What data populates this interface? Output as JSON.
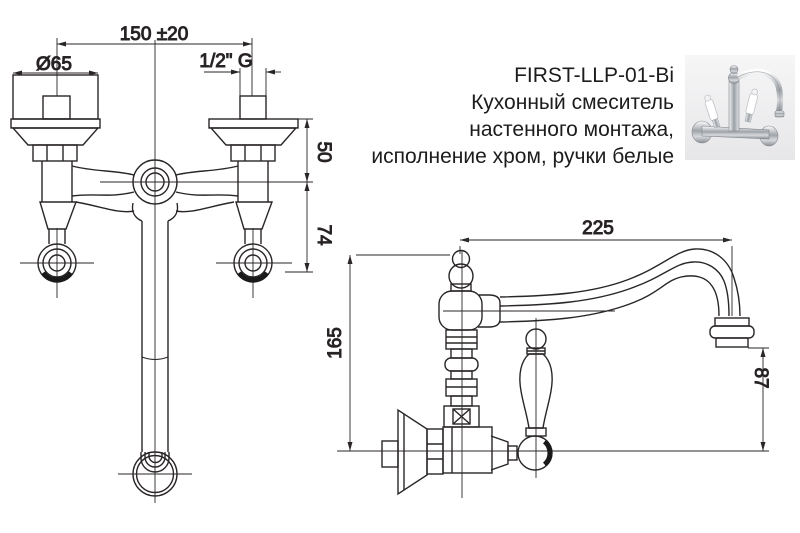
{
  "product": {
    "code": "FIRST-LLP-01-Bi",
    "description_lines": [
      "Кухонный смеситель",
      "настенного монтажа,",
      "исполнение хром, ручки белые"
    ]
  },
  "front_view": {
    "dim_mounting_width": "150 ±20",
    "dim_flange_diameter": "Ø65",
    "dim_thread": "1/2\" G",
    "dim_upper": "50",
    "dim_lower": "74"
  },
  "side_view": {
    "dim_reach": "225",
    "dim_height": "165",
    "dim_outlet": "87"
  },
  "colors": {
    "line": "#2a2627",
    "text": "#231f20",
    "background": "#ffffff"
  }
}
